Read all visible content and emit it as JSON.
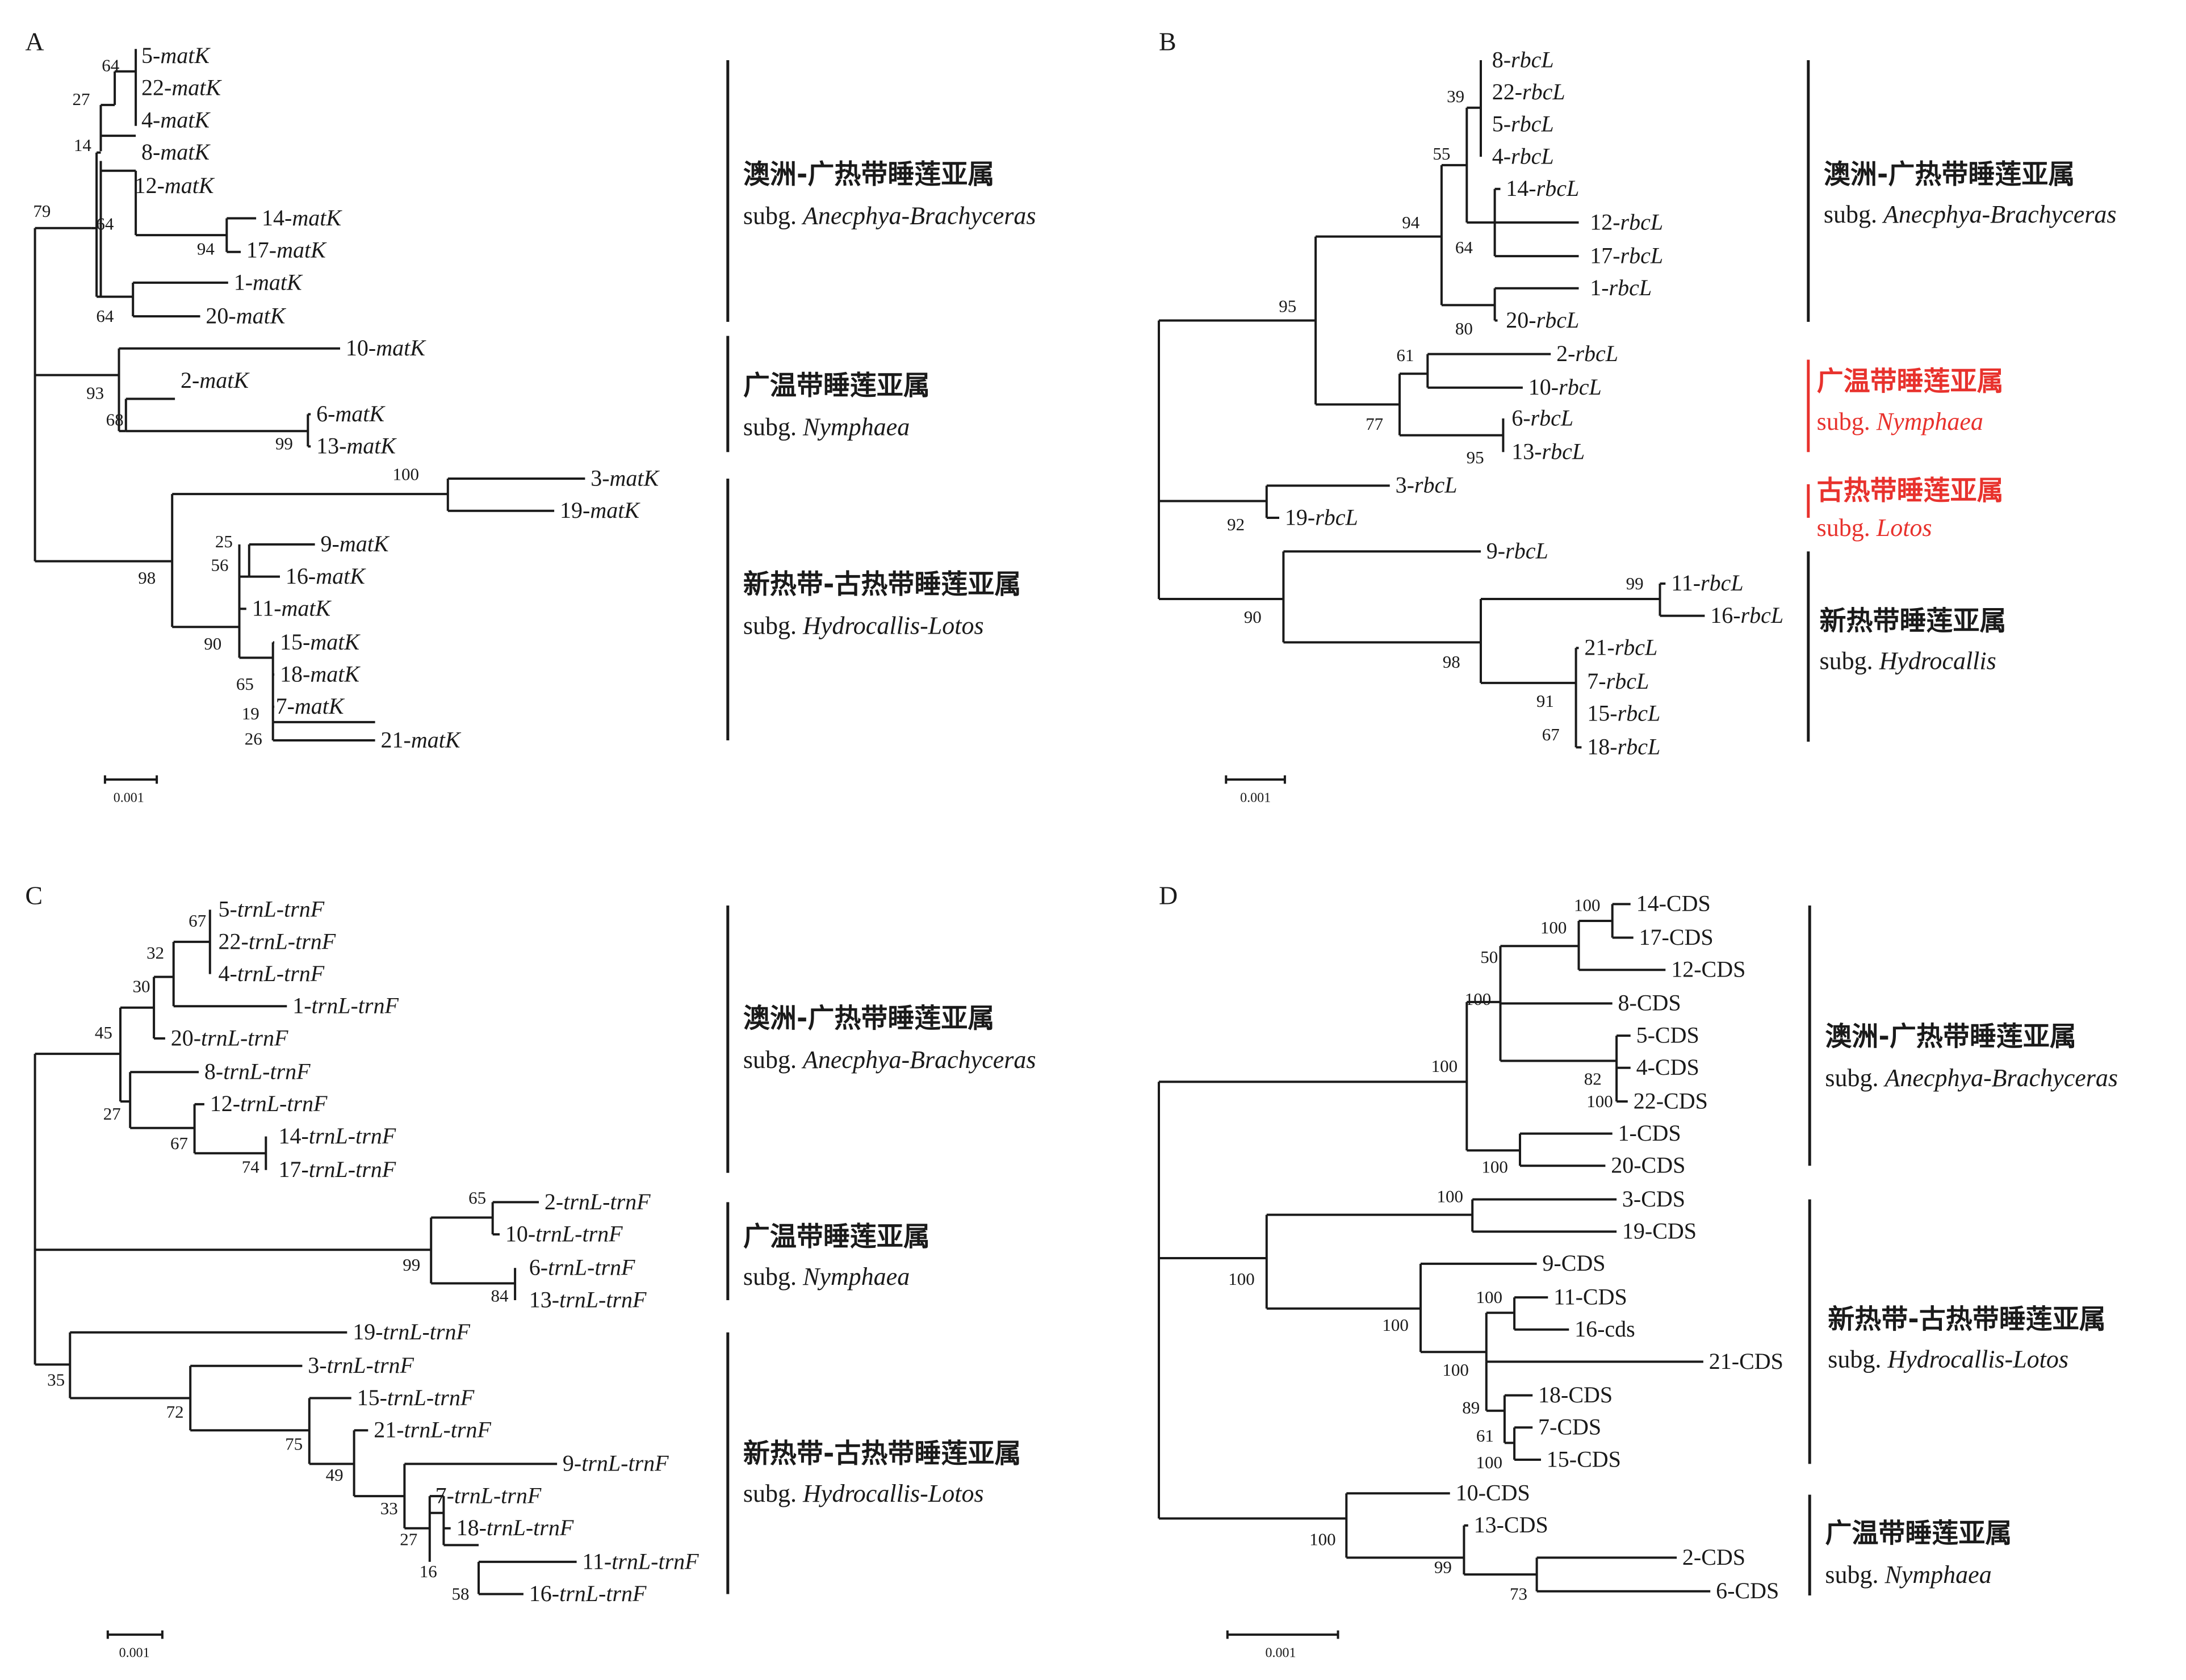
{
  "panels": [
    {
      "letter": "A",
      "scale_label": "0.001",
      "tips": [
        {
          "num": "5-",
          "gene": "matK"
        },
        {
          "num": "22-",
          "gene": "matK"
        },
        {
          "num": "4-",
          "gene": "matK"
        },
        {
          "num": "8-",
          "gene": "matK"
        },
        {
          "num": "12-",
          "gene": "matK"
        },
        {
          "num": "14-",
          "gene": "matK"
        },
        {
          "num": "17-",
          "gene": "matK"
        },
        {
          "num": "1-",
          "gene": "matK"
        },
        {
          "num": "20-",
          "gene": "matK"
        },
        {
          "num": "10-",
          "gene": "matK"
        },
        {
          "num": "2-",
          "gene": "matK"
        },
        {
          "num": "6-",
          "gene": "matK"
        },
        {
          "num": "13-",
          "gene": "matK"
        },
        {
          "num": "3-",
          "gene": "matK"
        },
        {
          "num": "19-",
          "gene": "matK"
        },
        {
          "num": "9-",
          "gene": "matK"
        },
        {
          "num": "16-",
          "gene": "matK"
        },
        {
          "num": "11-",
          "gene": "matK"
        },
        {
          "num": "15-",
          "gene": "matK"
        },
        {
          "num": "18-",
          "gene": "matK"
        },
        {
          "num": "7-",
          "gene": "matK"
        },
        {
          "num": "21-",
          "gene": "matK"
        }
      ],
      "bootstraps": [
        "64",
        "27",
        "14",
        "79",
        "64",
        "94",
        "64",
        "93",
        "68",
        "99",
        "100",
        "25",
        "56",
        "98",
        "90",
        "65",
        "19",
        "26"
      ],
      "groups": [
        {
          "cn": "澳洲-广热带睡莲亚属",
          "en_prefix": "subg. ",
          "en_name": "Anecphya-Brachyceras",
          "color": "#1a1a1a"
        },
        {
          "cn": "广温带睡莲亚属",
          "en_prefix": "subg. ",
          "en_name": "Nymphaea",
          "color": "#1a1a1a"
        },
        {
          "cn": "新热带-古热带睡莲亚属",
          "en_prefix": "subg. ",
          "en_name": "Hydrocallis-Lotos",
          "color": "#1a1a1a"
        }
      ]
    },
    {
      "letter": "B",
      "scale_label": "0.001",
      "tips": [
        {
          "num": "8-",
          "gene": "rbcL"
        },
        {
          "num": "22-",
          "gene": "rbcL"
        },
        {
          "num": "5-",
          "gene": "rbcL"
        },
        {
          "num": "4-",
          "gene": "rbcL"
        },
        {
          "num": "14-",
          "gene": "rbcL"
        },
        {
          "num": "12-",
          "gene": "rbcL"
        },
        {
          "num": "17-",
          "gene": "rbcL"
        },
        {
          "num": "1-",
          "gene": "rbcL"
        },
        {
          "num": "20-",
          "gene": "rbcL"
        },
        {
          "num": "2-",
          "gene": "rbcL"
        },
        {
          "num": "10-",
          "gene": "rbcL"
        },
        {
          "num": "6-",
          "gene": "rbcL"
        },
        {
          "num": "13-",
          "gene": "rbcL"
        },
        {
          "num": "3-",
          "gene": "rbcL"
        },
        {
          "num": "19-",
          "gene": "rbcL"
        },
        {
          "num": "9-",
          "gene": "rbcL"
        },
        {
          "num": "11-",
          "gene": "rbcL"
        },
        {
          "num": "16-",
          "gene": "rbcL"
        },
        {
          "num": "21-",
          "gene": "rbcL"
        },
        {
          "num": "7-",
          "gene": "rbcL"
        },
        {
          "num": "15-",
          "gene": "rbcL"
        },
        {
          "num": "18-",
          "gene": "rbcL"
        }
      ],
      "bootstraps": [
        "39",
        "55",
        "94",
        "64",
        "80",
        "95",
        "61",
        "77",
        "95",
        "92",
        "99",
        "90",
        "98",
        "91",
        "67"
      ],
      "groups": [
        {
          "cn": "澳洲-广热带睡莲亚属",
          "en_prefix": "subg. ",
          "en_name": "Anecphya-Brachyceras",
          "color": "#1a1a1a"
        },
        {
          "cn": "广温带睡莲亚属",
          "en_prefix": "subg. ",
          "en_name": "Nymphaea",
          "color": "#e8322d"
        },
        {
          "cn": "古热带睡莲亚属",
          "en_prefix": "subg. ",
          "en_name": "Lotos",
          "color": "#e8322d"
        },
        {
          "cn": "新热带睡莲亚属",
          "en_prefix": "subg. ",
          "en_name": "Hydrocallis",
          "color": "#1a1a1a"
        }
      ]
    },
    {
      "letter": "C",
      "scale_label": "0.001",
      "tips": [
        {
          "num": "5-",
          "gene": "trnL-trnF"
        },
        {
          "num": "22-",
          "gene": "trnL-trnF"
        },
        {
          "num": "4-",
          "gene": "trnL-trnF"
        },
        {
          "num": "1-",
          "gene": "trnL-trnF"
        },
        {
          "num": "20-",
          "gene": "trnL-trnF"
        },
        {
          "num": "8-",
          "gene": "trnL-trnF"
        },
        {
          "num": "12-",
          "gene": "trnL-trnF"
        },
        {
          "num": "14-",
          "gene": "trnL-trnF"
        },
        {
          "num": "17-",
          "gene": "trnL-trnF"
        },
        {
          "num": "2-",
          "gene": "trnL-trnF"
        },
        {
          "num": "10-",
          "gene": "trnL-trnF"
        },
        {
          "num": "6-",
          "gene": "trnL-trnF"
        },
        {
          "num": "13-",
          "gene": "trnL-trnF"
        },
        {
          "num": "19-",
          "gene": "trnL-trnF"
        },
        {
          "num": "3-",
          "gene": "trnL-trnF"
        },
        {
          "num": "15-",
          "gene": "trnL-trnF"
        },
        {
          "num": "21-",
          "gene": "trnL-trnF"
        },
        {
          "num": "9-",
          "gene": "trnL-trnF"
        },
        {
          "num": "7-",
          "gene": "trnL-trnF"
        },
        {
          "num": "18-",
          "gene": "trnL-trnF"
        },
        {
          "num": "11-",
          "gene": "trnL-trnF"
        },
        {
          "num": "16-",
          "gene": "trnL-trnF"
        }
      ],
      "bootstraps": [
        "67",
        "32",
        "30",
        "45",
        "27",
        "67",
        "74",
        "65",
        "99",
        "84",
        "35",
        "72",
        "75",
        "49",
        "33",
        "27",
        "16",
        "58"
      ],
      "groups": [
        {
          "cn": "澳洲-广热带睡莲亚属",
          "en_prefix": "subg. ",
          "en_name": "Anecphya-Brachyceras",
          "color": "#1a1a1a"
        },
        {
          "cn": "广温带睡莲亚属",
          "en_prefix": "subg. ",
          "en_name": "Nymphaea",
          "color": "#1a1a1a"
        },
        {
          "cn": "新热带-古热带睡莲亚属",
          "en_prefix": "subg. ",
          "en_name": "Hydrocallis-Lotos",
          "color": "#1a1a1a"
        }
      ]
    },
    {
      "letter": "D",
      "scale_label": "0.001",
      "tips": [
        {
          "num": "14-CDS",
          "gene": ""
        },
        {
          "num": "17-CDS",
          "gene": ""
        },
        {
          "num": "12-CDS",
          "gene": ""
        },
        {
          "num": "8-CDS",
          "gene": ""
        },
        {
          "num": "5-CDS",
          "gene": ""
        },
        {
          "num": "4-CDS",
          "gene": ""
        },
        {
          "num": "22-CDS",
          "gene": ""
        },
        {
          "num": "1-CDS",
          "gene": ""
        },
        {
          "num": "20-CDS",
          "gene": ""
        },
        {
          "num": "3-CDS",
          "gene": ""
        },
        {
          "num": "19-CDS",
          "gene": ""
        },
        {
          "num": "9-CDS",
          "gene": ""
        },
        {
          "num": "11-CDS",
          "gene": ""
        },
        {
          "num": "16-cds",
          "gene": ""
        },
        {
          "num": "21-CDS",
          "gene": ""
        },
        {
          "num": "18-CDS",
          "gene": ""
        },
        {
          "num": "7-CDS",
          "gene": ""
        },
        {
          "num": "15-CDS",
          "gene": ""
        },
        {
          "num": "10-CDS",
          "gene": ""
        },
        {
          "num": "13-CDS",
          "gene": ""
        },
        {
          "num": "2-CDS",
          "gene": ""
        },
        {
          "num": "6-CDS",
          "gene": ""
        }
      ],
      "bootstraps": [
        "100",
        "100",
        "50",
        "100",
        "100",
        "82",
        "100",
        "100",
        "100",
        "100",
        "100",
        "100",
        "100",
        "89",
        "61",
        "100",
        "100",
        "99",
        "73"
      ],
      "groups": [
        {
          "cn": "澳洲-广热带睡莲亚属",
          "en_prefix": "subg. ",
          "en_name": "Anecphya-Brachyceras",
          "color": "#1a1a1a"
        },
        {
          "cn": "新热带-古热带睡莲亚属",
          "en_prefix": "subg. ",
          "en_name": "Hydrocallis-Lotos",
          "color": "#1a1a1a"
        },
        {
          "cn": "广温带睡莲亚属",
          "en_prefix": "subg. ",
          "en_name": "Nymphaea",
          "color": "#1a1a1a"
        }
      ]
    }
  ]
}
